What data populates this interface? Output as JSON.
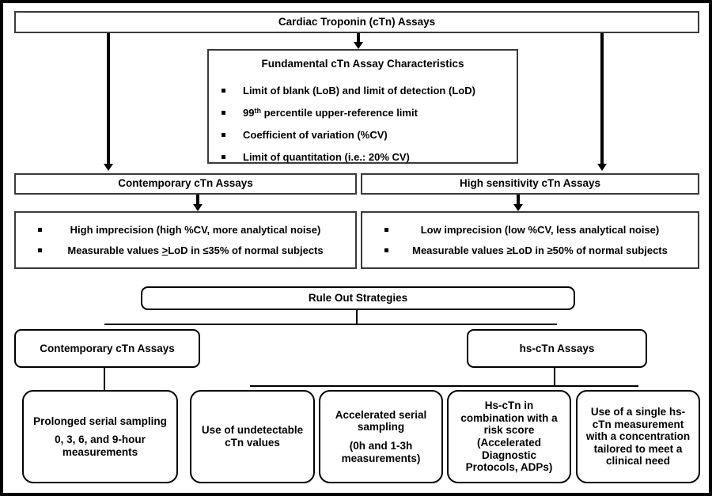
{
  "diagram": {
    "title": "Cardiac Troponin (cTn) Assays",
    "fundamental": {
      "heading": "Fundamental cTn Assay Characteristics",
      "b1": "Limit of blank (LoB) and limit of detection (LoD)",
      "b2_pre": "99",
      "b2_sup": "th",
      "b2_post": " percentile upper-reference limit",
      "b3": "Coefficient of variation (%CV)",
      "b4": "Limit of quantitation (i.e.: 20% CV)"
    },
    "contemporary": {
      "label": "Contemporary cTn Assays",
      "b1": "High imprecision (high %CV, more analytical noise)",
      "b2_pre": "Measurable values ",
      "b2_gte": ">",
      "b2_post": "LoD in ≤35% of normal subjects"
    },
    "high_sensitivity": {
      "label": "High sensitivity cTn Assays",
      "b1": "Low imprecision (low %CV, less analytical noise)",
      "b2": "Measurable values ≥LoD in ≥50% of normal subjects"
    },
    "rule_out": {
      "heading": "Rule Out Strategies",
      "contemporary_label": "Contemporary cTn Assays",
      "hs_label": "hs-cTn Assays",
      "s1_line1": "Prolonged serial sampling",
      "s1_line2": "0, 3, 6, and 9-hour measurements",
      "s2": "Use of undetectable cTn values",
      "s3_line1": "Accelerated serial sampling",
      "s3_line2": "(0h and 1-3h measurements)",
      "s4": "Hs-cTn in combination with a risk score (Accelerated Diagnostic Protocols, ADPs)",
      "s5": "Use of a single hs-cTn measurement with a concentration tailored to meet a clinical need"
    }
  }
}
